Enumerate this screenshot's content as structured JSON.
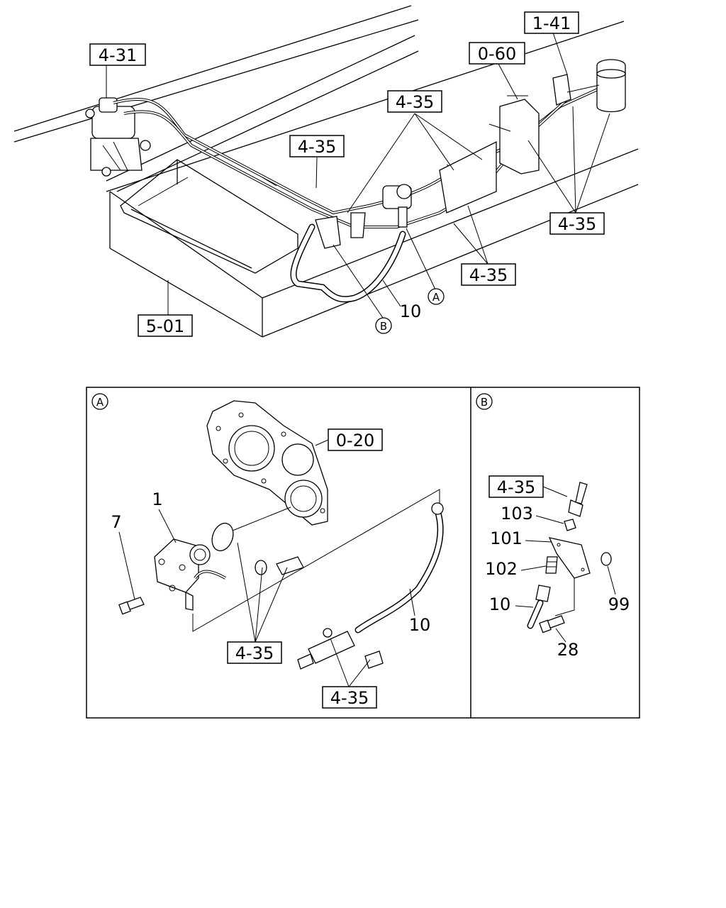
{
  "overview": {
    "callouts": {
      "c_4_31": "4-31",
      "c_0_60": "0-60",
      "c_1_41": "1-41",
      "c_4_35_top": "4-35",
      "c_4_35_mid": "4-35",
      "c_4_35_right": "4-35",
      "c_4_35_low": "4-35",
      "c_5_01": "5-01"
    },
    "hose_number": "10",
    "detail_marker_a": "A",
    "detail_marker_b": "B"
  },
  "detail_a": {
    "marker": "A",
    "callouts": {
      "c_0_20": "0-20",
      "c_4_35_left": "4-35",
      "c_4_35_bottom": "4-35"
    },
    "parts": {
      "p_1": "1",
      "p_7": "7",
      "p_10": "10"
    }
  },
  "detail_b": {
    "marker": "B",
    "callouts": {
      "c_4_35": "4-35"
    },
    "parts": {
      "p_103": "103",
      "p_101": "101",
      "p_102": "102",
      "p_10": "10",
      "p_99": "99",
      "p_28": "28"
    }
  }
}
